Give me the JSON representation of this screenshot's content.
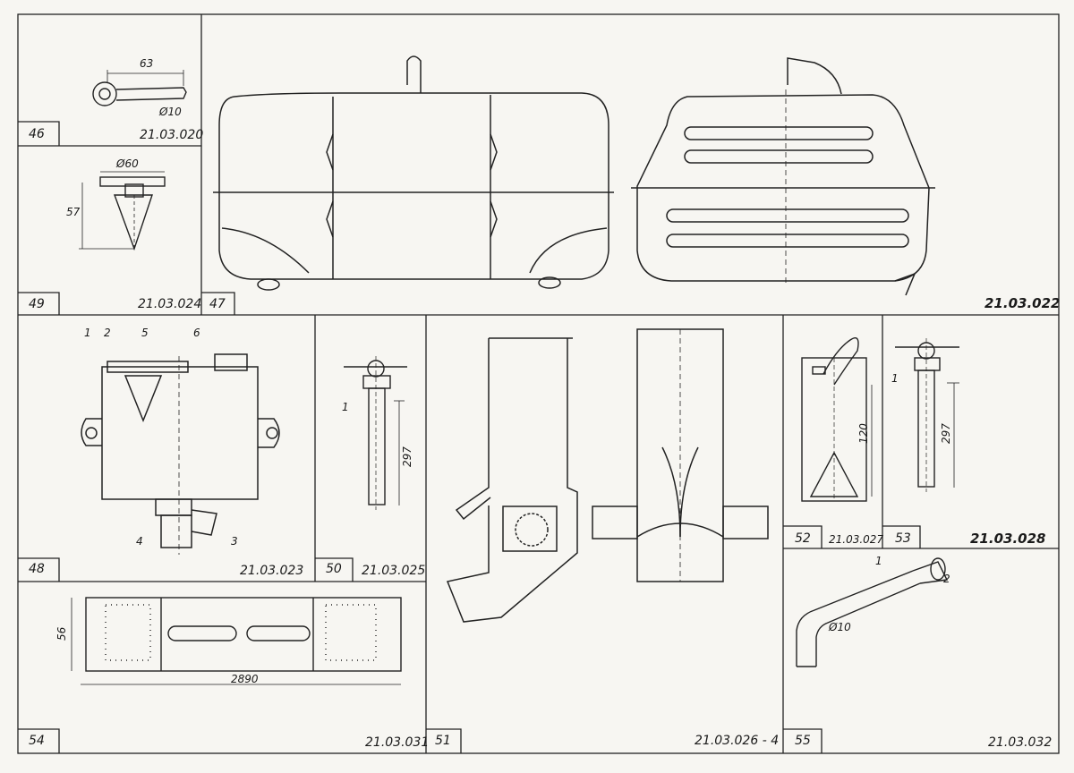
{
  "panels": [
    {
      "number": "46",
      "code": "21.03.020",
      "dimensions": [
        "63",
        "Ø10"
      ]
    },
    {
      "number": "47",
      "code": "21.03.022"
    },
    {
      "number": "48",
      "code": "21.03.023",
      "callouts": [
        "1",
        "2",
        "5",
        "6",
        "4",
        "3"
      ]
    },
    {
      "number": "49",
      "code": "21.03.024",
      "dimensions": [
        "Ø60",
        "57"
      ]
    },
    {
      "number": "50",
      "code": "21.03.025",
      "callouts": [
        "1"
      ],
      "dimensions": [
        "297"
      ]
    },
    {
      "number": "51",
      "code": "21.03.026 - 4"
    },
    {
      "number": "52",
      "code": "21.03.027",
      "dimensions": [
        "120"
      ]
    },
    {
      "number": "53",
      "code": "21.03.028",
      "callouts": [
        "1"
      ],
      "dimensions": [
        "297"
      ]
    },
    {
      "number": "54",
      "code": "21.03.031",
      "dimensions": [
        "56",
        "2890"
      ]
    },
    {
      "number": "55",
      "code": "21.03.032",
      "callouts": [
        "1",
        "2"
      ],
      "dimensions": [
        "Ø10"
      ]
    }
  ]
}
